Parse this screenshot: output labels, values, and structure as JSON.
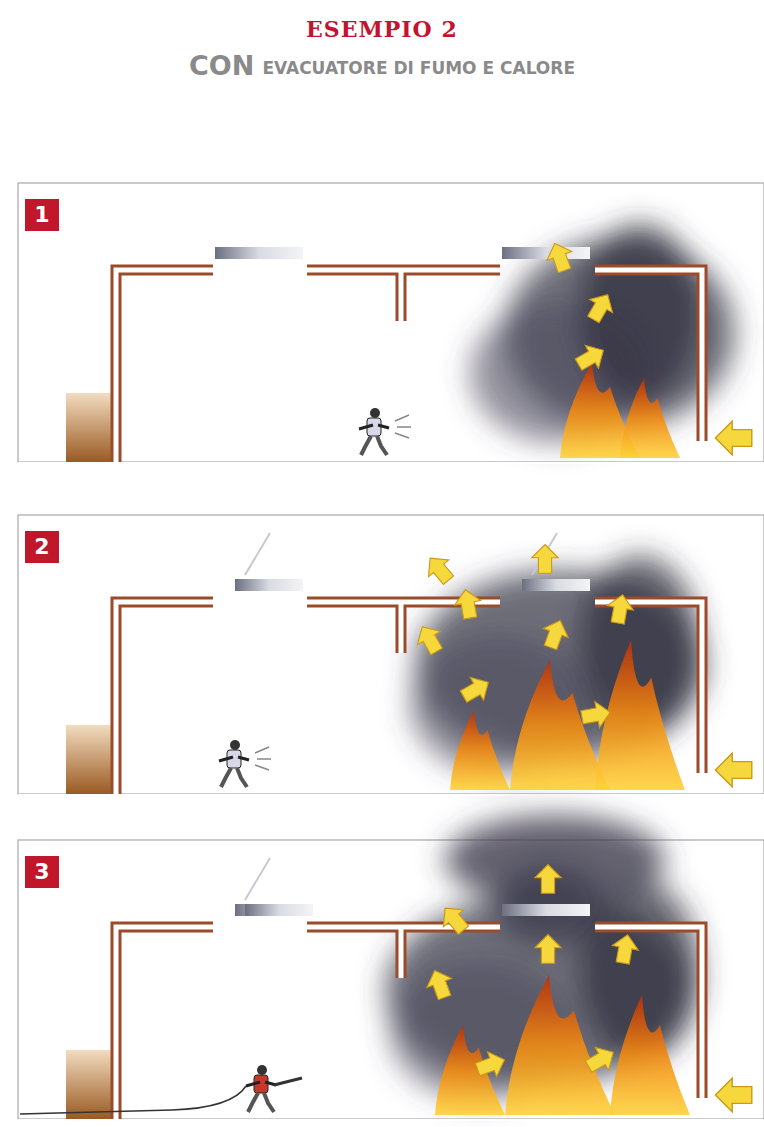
{
  "diagram": {
    "title": "ESEMPIO 2",
    "labels": [
      "CON",
      "EVACUATORE DI FUMO E CALORE",
      "1",
      "2",
      "3"
    ]
  }
}
